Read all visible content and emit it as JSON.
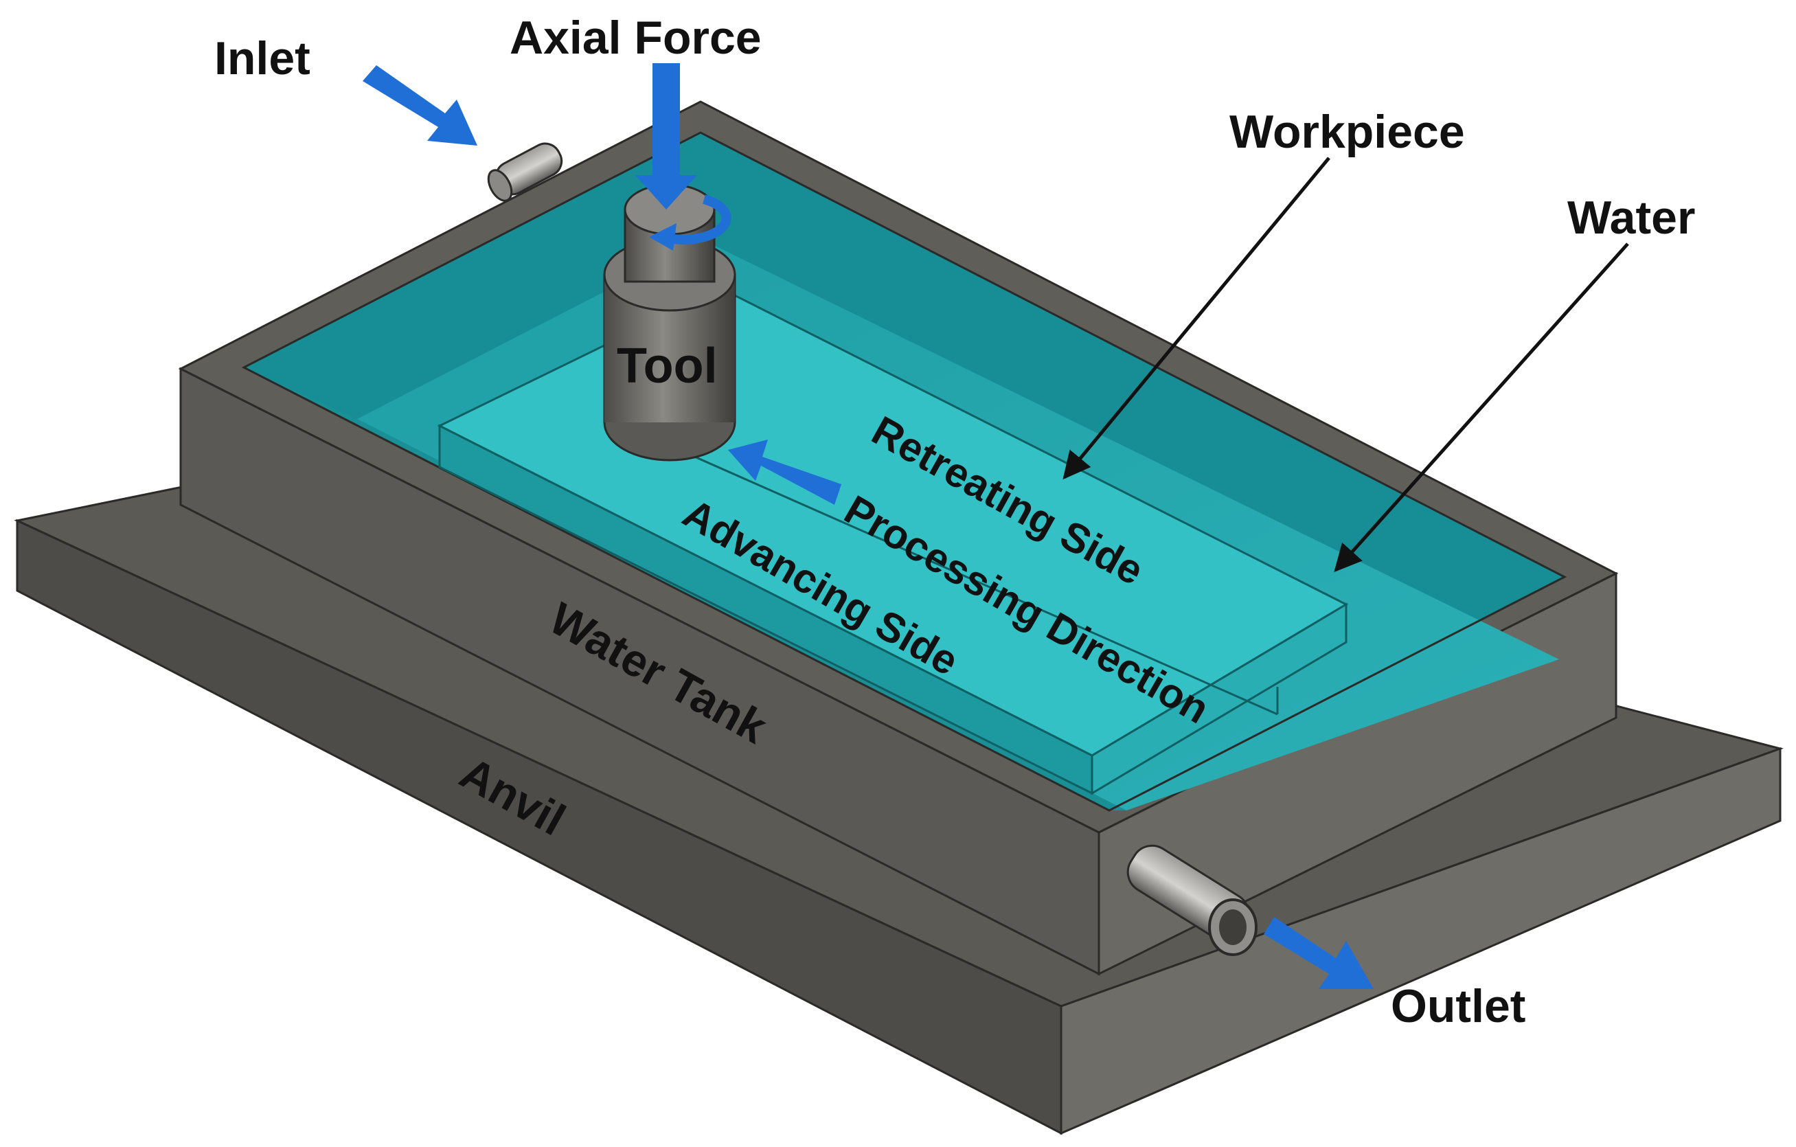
{
  "labels": {
    "inlet": "Inlet",
    "axial_force": "Axial Force",
    "workpiece": "Workpiece",
    "water": "Water",
    "tool": "Tool",
    "retreating_side": "Retreating Side",
    "processing_direction": "Processing Direction",
    "advancing_side": "Advancing Side",
    "water_tank": "Water Tank",
    "anvil": "Anvil",
    "outlet": "Outlet"
  },
  "colors": {
    "anvil_top": "#5b5a55",
    "anvil_front": "#4d4c48",
    "anvil_side": "#6e6d68",
    "tank_rim": "#5f5e59",
    "tank_front": "#5a5955",
    "tank_side": "#6a6964",
    "water_light": "#2fb6bd",
    "water_dark": "#178e95",
    "workpiece_top": "#33c1c6",
    "workpiece_side": "#1d9aa0",
    "tool_body": "#6b6a66",
    "tool_top": "#8a8985",
    "arrow_blue": "#1f6fd6",
    "leader_line": "#111111"
  }
}
